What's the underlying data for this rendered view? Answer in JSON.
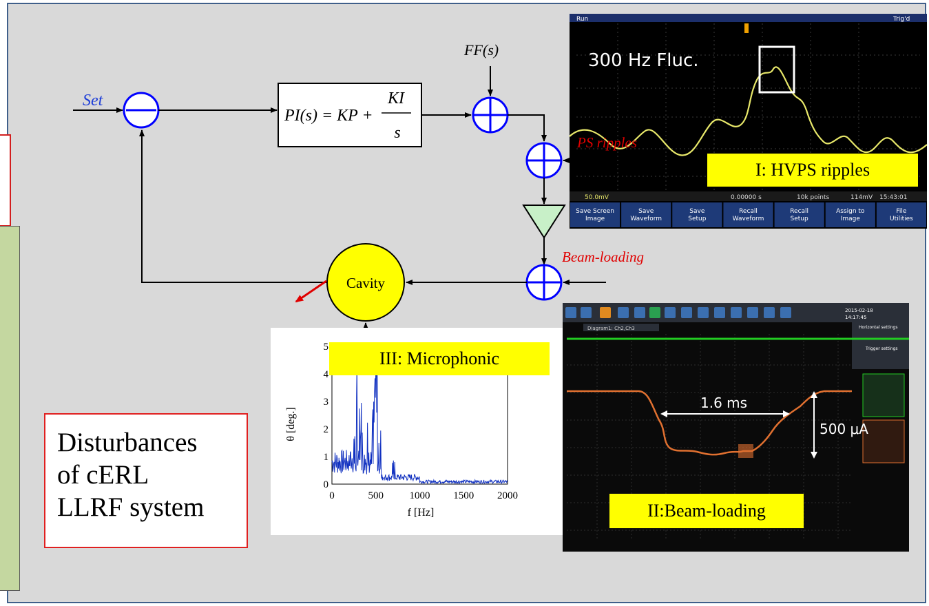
{
  "diagram": {
    "set_label": "Set",
    "ff_label": "FF(s)",
    "pi_block": {
      "lhs": "PI(s) = KP +",
      "num": "KI",
      "den": "s"
    },
    "ps_ripples_label": "PS ripples",
    "beam_loading_label": "Beam-loading",
    "cavity_label": "Cavity"
  },
  "panel_hvps": {
    "top_left": "Run",
    "top_right": "Trig'd",
    "annotation": "300 Hz Fluc.",
    "label": "I: HVPS ripples",
    "status": [
      "50.0mV",
      "0.00000 s",
      "10k points",
      "114mV",
      "15:43:01"
    ],
    "buttons": [
      "Save Screen Image",
      "Save Waveform",
      "Save Setup",
      "Recall Waveform",
      "Recall Setup",
      "Assign to Image",
      "File Utilities"
    ]
  },
  "panel_microphonic": {
    "label": "III: Microphonic",
    "ylabel": "θ [deg.]",
    "xlabel": "f [Hz]",
    "xticks": [
      "0",
      "500",
      "1000",
      "1500",
      "2000"
    ],
    "yticks": [
      "0",
      "1",
      "2",
      "3",
      "4",
      "5"
    ]
  },
  "panel_beam": {
    "date": "2015-02-18",
    "time": "14:17:45",
    "diagram_tab": "Diagram1: Ch2,Ch3",
    "annotation_time": "1.6 ms",
    "annotation_current": "500 μA",
    "label": "II:Beam-loading",
    "settings_title": "Horizontal settings",
    "trigger_title": "Trigger settings"
  },
  "note": {
    "lines": [
      "Disturbances",
      "of cERL",
      "LLRF system"
    ]
  },
  "colors": {
    "sum_node": "#0000ff",
    "cavity_fill": "#ffff00",
    "amplifier_fill": "#c8f0c8",
    "label_fill": "#ffff00",
    "note_border": "#e02020",
    "waveform_yellow": "#e8e86a",
    "waveform_orange": "#e07030",
    "trace_green": "#22cc22",
    "spectrum_blue": "#1030c0"
  }
}
